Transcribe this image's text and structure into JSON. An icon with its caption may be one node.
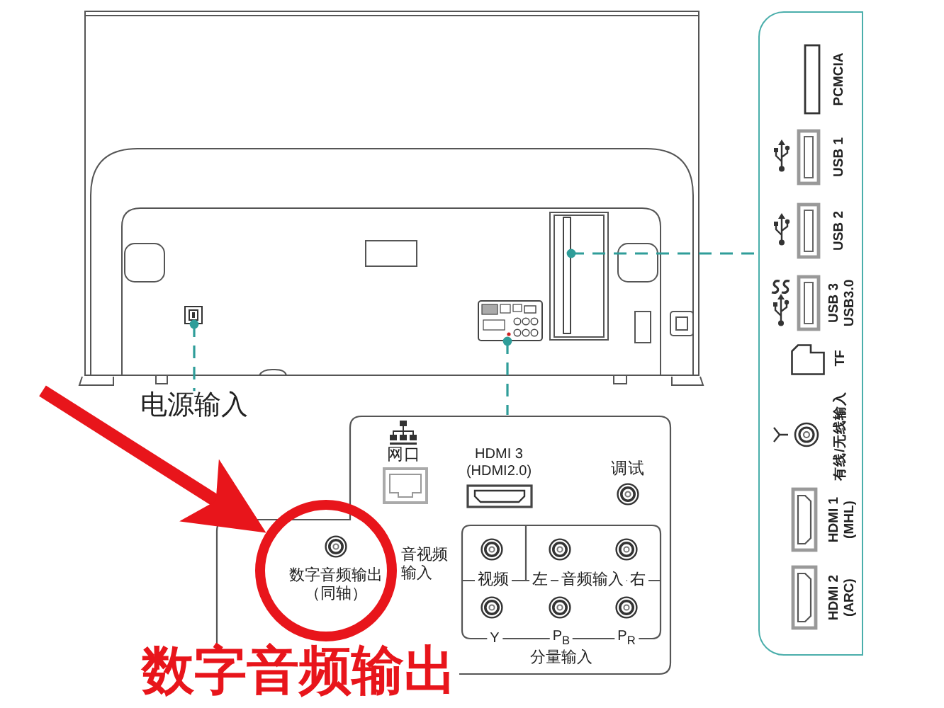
{
  "diagram": {
    "nodes": [
      {
        "text": [],
        "shape": "picture"
      },
      {
        "text": [
          "电源输入"
        ]
      },
      {
        "text": [],
        "shape": "picture"
      },
      {
        "text": [],
        "shape": "box"
      },
      {
        "text": [],
        "shape": "box"
      },
      {
        "text": [
          "PCMCIA"
        ],
        "in": 4
      },
      {
        "text": [
          "USB 1"
        ],
        "in": 4
      },
      {
        "text": [
          "USB 2"
        ],
        "in": 4
      },
      {
        "text": [
          "USB 3 USB3.0"
        ],
        "in": 4
      },
      {
        "text": [
          "TF"
        ],
        "in": 4
      },
      {
        "text": [
          "有线/无线输入"
        ],
        "in": 4
      },
      {
        "text": [
          "HDMI 1 (MHL)"
        ],
        "in": 4
      },
      {
        "text": [
          "HDMI 2 (ARC)"
        ],
        "in": 4
      },
      {
        "text": [],
        "shape": "box"
      },
      {
        "text": [
          "网口"
        ],
        "in": 13
      },
      {
        "text": [
          "HDMI 3 (HDMI2.0)"
        ],
        "in": 13
      },
      {
        "text": [
          "调试"
        ],
        "in": 13
      },
      {
        "text": [
          "数字音频输出（同轴）"
        ],
        "in": 13
      },
      {
        "text": [
          "视频",
          "左",
          "音频输入",
          "右",
          "Y",
          "P$_{B}$",
          "P$_{R}$",
          "分量输入"
        ],
        "in": 13
      }
    ],
    "edges": [
      {
        "from": 0,
        "to": 1,
        "arrow": "other",
        "style": "dashed"
      },
      {
        "from": 2,
        "to": 13,
        "arrow": "other",
        "style": "dashed"
      },
      {
        "from": 3,
        "to": 4,
        "arrow": "other",
        "style": "dashed"
      },
      {
        "from": null,
        "to": 17,
        "arrow": "to",
        "style": "thick",
        "color": "#e8151b"
      }
    ],
    "labels": [
      "音视频输入",
      "数字音频输出"
    ]
  }
}
